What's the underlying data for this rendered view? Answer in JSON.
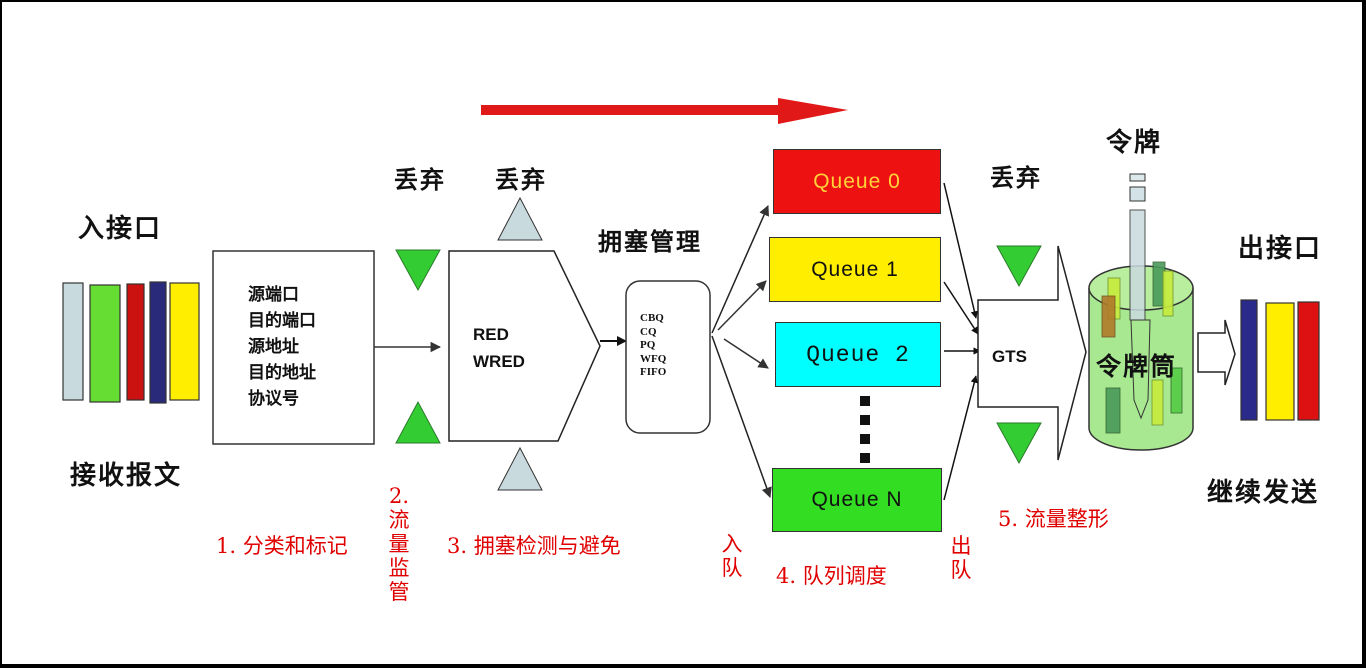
{
  "title": "QoS 流量处理流程",
  "colors": {
    "flow_arrow": "#e01818",
    "step_label": "#e00000",
    "drop_green": "#33cc33",
    "drop_gray": "#c9dadf",
    "queue0": "#ee1111",
    "queue1": "#ffee00",
    "queue2": "#00ffff",
    "queueN": "#33dd22",
    "bucket": "#a8e890"
  },
  "ingress": {
    "title": "入接口",
    "caption": "接收报文",
    "packet_colors": [
      "#c9dadf",
      "#66dd33",
      "#cc1111",
      "#2a2a7a",
      "#ffee00"
    ]
  },
  "classifier": {
    "fields": [
      "源端口",
      "目的端口",
      "源地址",
      "目的地址",
      "协议号"
    ]
  },
  "drop_labels": {
    "policing": "丢弃",
    "congestion_avoidance": "丢弃",
    "shaping": "丢弃"
  },
  "congestion_avoidance": {
    "algorithms": [
      "RED",
      "WRED"
    ]
  },
  "congestion_management": {
    "title": "拥塞管理",
    "algorithms": [
      "CBQ",
      "CQ",
      "PQ",
      "WFQ",
      "FIFO"
    ]
  },
  "queues": [
    {
      "label": "Queue 0",
      "color": "#ee1111",
      "text_color": "#ffd23a"
    },
    {
      "label": "Queue 1",
      "color": "#ffee00",
      "text_color": "#111111"
    },
    {
      "label": "Queue 2",
      "color": "#00ffff",
      "text_color": "#111111"
    },
    {
      "label": "Queue N",
      "color": "#33dd22",
      "text_color": "#111111"
    }
  ],
  "shaping": {
    "label": "GTS",
    "token_label": "令牌",
    "bucket_label": "令牌筒"
  },
  "egress": {
    "title": "出接口",
    "caption": "继续发送",
    "packet_colors": [
      "#2a2a8a",
      "#ffee00",
      "#dd1111"
    ]
  },
  "steps": {
    "classify": "1. 分类和标记",
    "police": "2. 流量监管",
    "avoid": "3. 拥塞检测与避免",
    "enqueue": "入队",
    "schedule": "4. 队列调度",
    "dequeue": "出队",
    "shape": "5. 流量整形"
  }
}
